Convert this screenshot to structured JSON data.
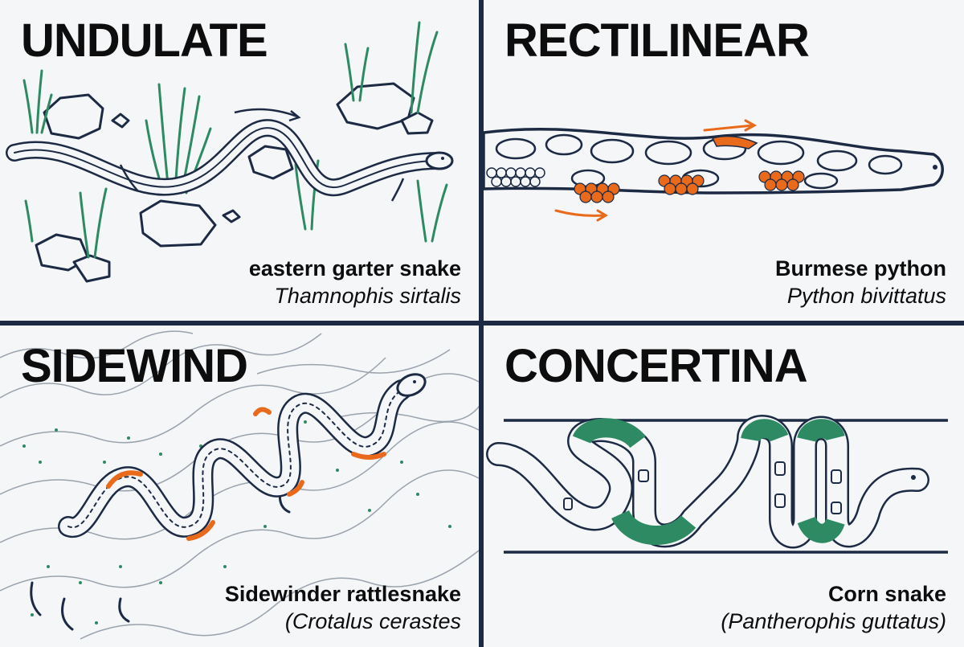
{
  "colors": {
    "outline": "#1c2a44",
    "green_accent": "#2e8a62",
    "orange_accent": "#ea6a1c",
    "background": "#f4f6f8"
  },
  "panels": [
    {
      "title": "UNDULATE",
      "common_name": "eastern garter snake",
      "scientific_name": "Thamnophis sirtalis",
      "illustration": "snake-in-grass-and-rocks"
    },
    {
      "title": "RECTILINEAR",
      "common_name": "Burmese python",
      "scientific_name": "Python bivittatus",
      "illustration": "straight-python-with-orange-scale-patches"
    },
    {
      "title": "SIDEWIND",
      "common_name": "Sidewinder rattlesnake",
      "scientific_name": "(Crotalus cerastes",
      "illustration": "sidewinding-snake-on-sand"
    },
    {
      "title": "CONCERTINA",
      "common_name": "Corn snake",
      "scientific_name": "(Pantherophis guttatus)",
      "illustration": "bunched-snake-between-walls"
    }
  ]
}
